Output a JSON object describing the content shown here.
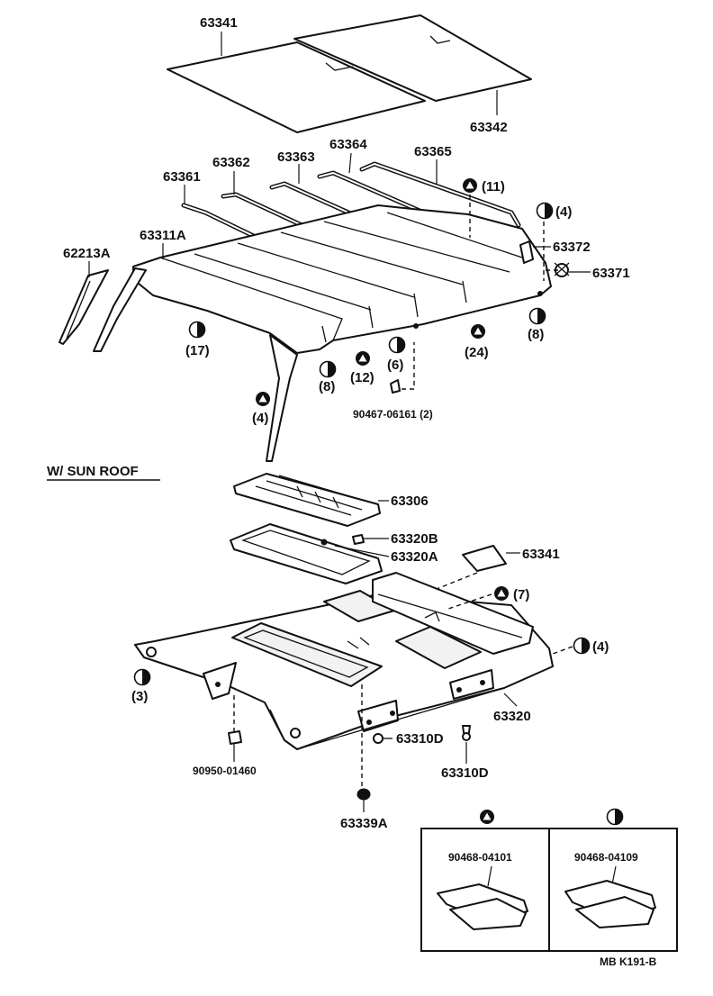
{
  "labels": {
    "p63341_top": "63341",
    "p63342": "63342",
    "p63361": "63361",
    "p63362": "63362",
    "p63363": "63363",
    "p63364": "63364",
    "p63365": "63365",
    "p62213A": "62213A",
    "p63311A": "63311A",
    "p63372": "63372",
    "p63371": "63371",
    "p90467": "90467-06161 (2)",
    "sunroof_heading": "W/ SUN  ROOF",
    "p63306": "63306",
    "p63320B": "63320B",
    "p63320A": "63320A",
    "p63341_b": "63341",
    "p63320": "63320",
    "p63310D_a": "63310D",
    "p63310D_b": "63310D",
    "p90950": "90950-01460",
    "p63339A": "63339A",
    "inset_tri_part": "90468-04101",
    "inset_half_part": "90468-04109",
    "diagram_code": "MB  K191-B"
  },
  "symbol_counts": {
    "tri_11": "(11)",
    "half_4_top": "(4)",
    "half_17": "(17)",
    "half_8_a": "(8)",
    "tri_12": "(12)",
    "half_6": "(6)",
    "tri_24": "(24)",
    "half_8_b": "(8)",
    "tri_4": "(4)",
    "tri_7": "(7)",
    "half_4_b": "(4)",
    "half_3": "(3)"
  }
}
